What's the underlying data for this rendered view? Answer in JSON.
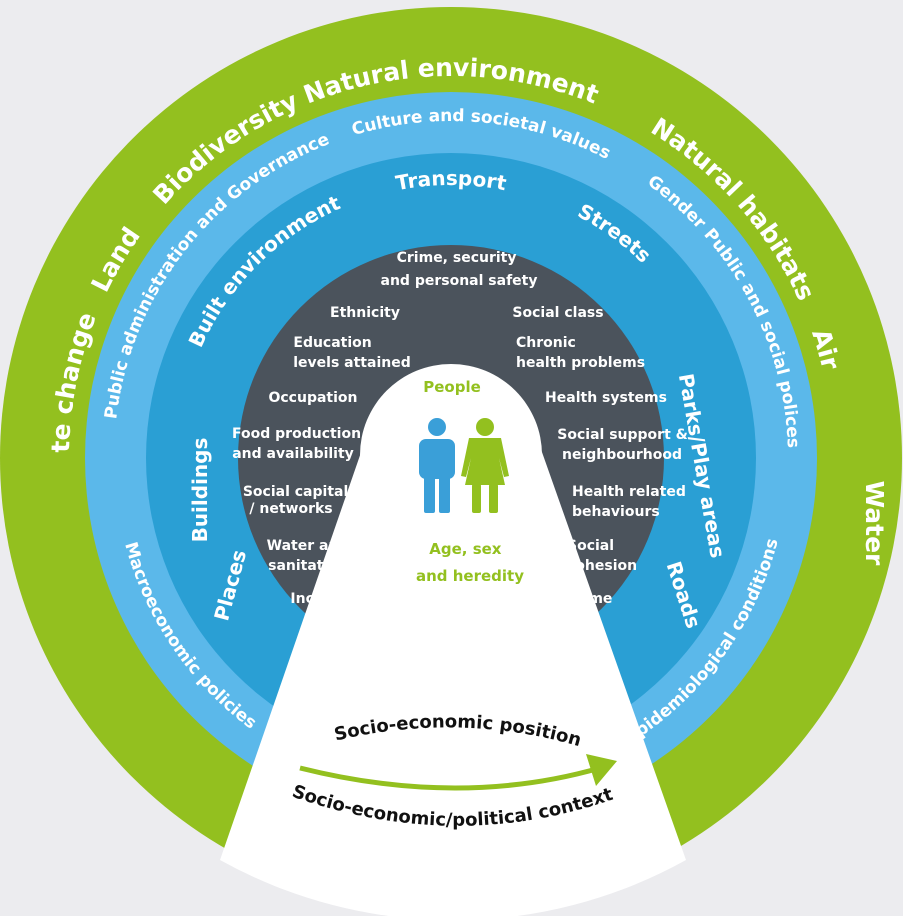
{
  "colors": {
    "background": "#ececef",
    "outer_ring": "#93c01f",
    "ring2": "#5bb8ea",
    "ring3": "#2a9fd4",
    "inner_disc": "#4b535c",
    "center": "#ffffff",
    "accent_green": "#93c01f",
    "figure_blue": "#3a9fd8"
  },
  "outer_ring": {
    "labels": [
      "Natural environment",
      "Biodiversity",
      "Land",
      "Climate change",
      "Natural habitats",
      "Air",
      "Water"
    ]
  },
  "ring2": {
    "labels": [
      "Culture and societal values",
      "Public administration and Governance",
      "Public and social polices",
      "Gender",
      "Macroeconomic policies",
      "Epidemiological conditions"
    ]
  },
  "ring3": {
    "labels": [
      "Transport",
      "Built environment",
      "Streets",
      "Parks/Play areas",
      "Buildings",
      "Places",
      "Roads"
    ]
  },
  "inner": {
    "top": [
      "Crime, security",
      "and personal safety"
    ],
    "left": [
      [
        "Ethnicity"
      ],
      [
        "Education",
        "levels attained"
      ],
      [
        "Occupation"
      ],
      [
        "Food production",
        "and availability"
      ],
      [
        "Social capital",
        "/ networks"
      ],
      [
        "Water and",
        "sanitation"
      ],
      [
        "Income"
      ]
    ],
    "right": [
      [
        "Social class"
      ],
      [
        "Chronic",
        "health problems"
      ],
      [
        "Health systems"
      ],
      [
        "Social support &",
        "neighbourhood"
      ],
      [
        "Health related",
        "behaviours"
      ],
      [
        "Social",
        "cohesion"
      ],
      [
        "Home"
      ]
    ]
  },
  "center": {
    "people": "People",
    "bottom": [
      "Age, sex",
      "and heredity"
    ],
    "icons": [
      "male-person-icon",
      "female-person-icon"
    ]
  },
  "context": {
    "position": "Socio-economic position",
    "political": "Socio-economic/political context",
    "arrow_icon": "arrow-right-icon"
  }
}
